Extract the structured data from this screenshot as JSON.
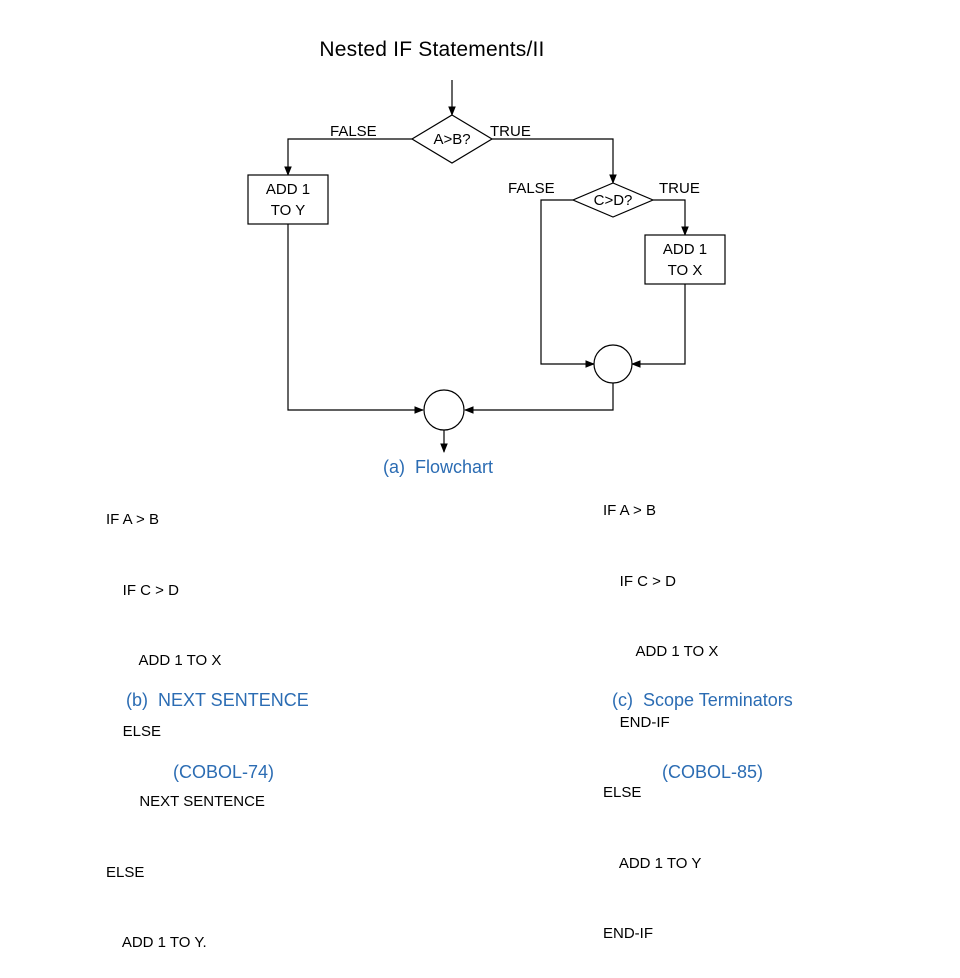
{
  "title": "Nested IF Statements/II",
  "flowchart": {
    "decision_outer": "A>B?",
    "decision_inner": "C>D?",
    "outer_false": "FALSE",
    "outer_true": "TRUE",
    "inner_false": "FALSE",
    "inner_true": "TRUE",
    "box_y": [
      "ADD 1",
      "TO Y"
    ],
    "box_x": [
      "ADD 1",
      "TO X"
    ]
  },
  "captions": {
    "a": "(a)  Flowchart",
    "b": [
      "(b)  NEXT SENTENCE",
      "(COBOL-74)"
    ],
    "c": [
      "(c)  Scope Terminators",
      "(COBOL-85)"
    ]
  },
  "code_b": [
    "IF A > B",
    "    IF C > D",
    "        ADD 1 TO X",
    "    ELSE",
    "        NEXT SENTENCE",
    "ELSE",
    "    ADD 1 TO Y."
  ],
  "code_c": [
    "IF A > B",
    "    IF C > D",
    "        ADD 1 TO X",
    "    END-IF",
    "ELSE",
    "    ADD 1 TO Y",
    "END-IF"
  ]
}
